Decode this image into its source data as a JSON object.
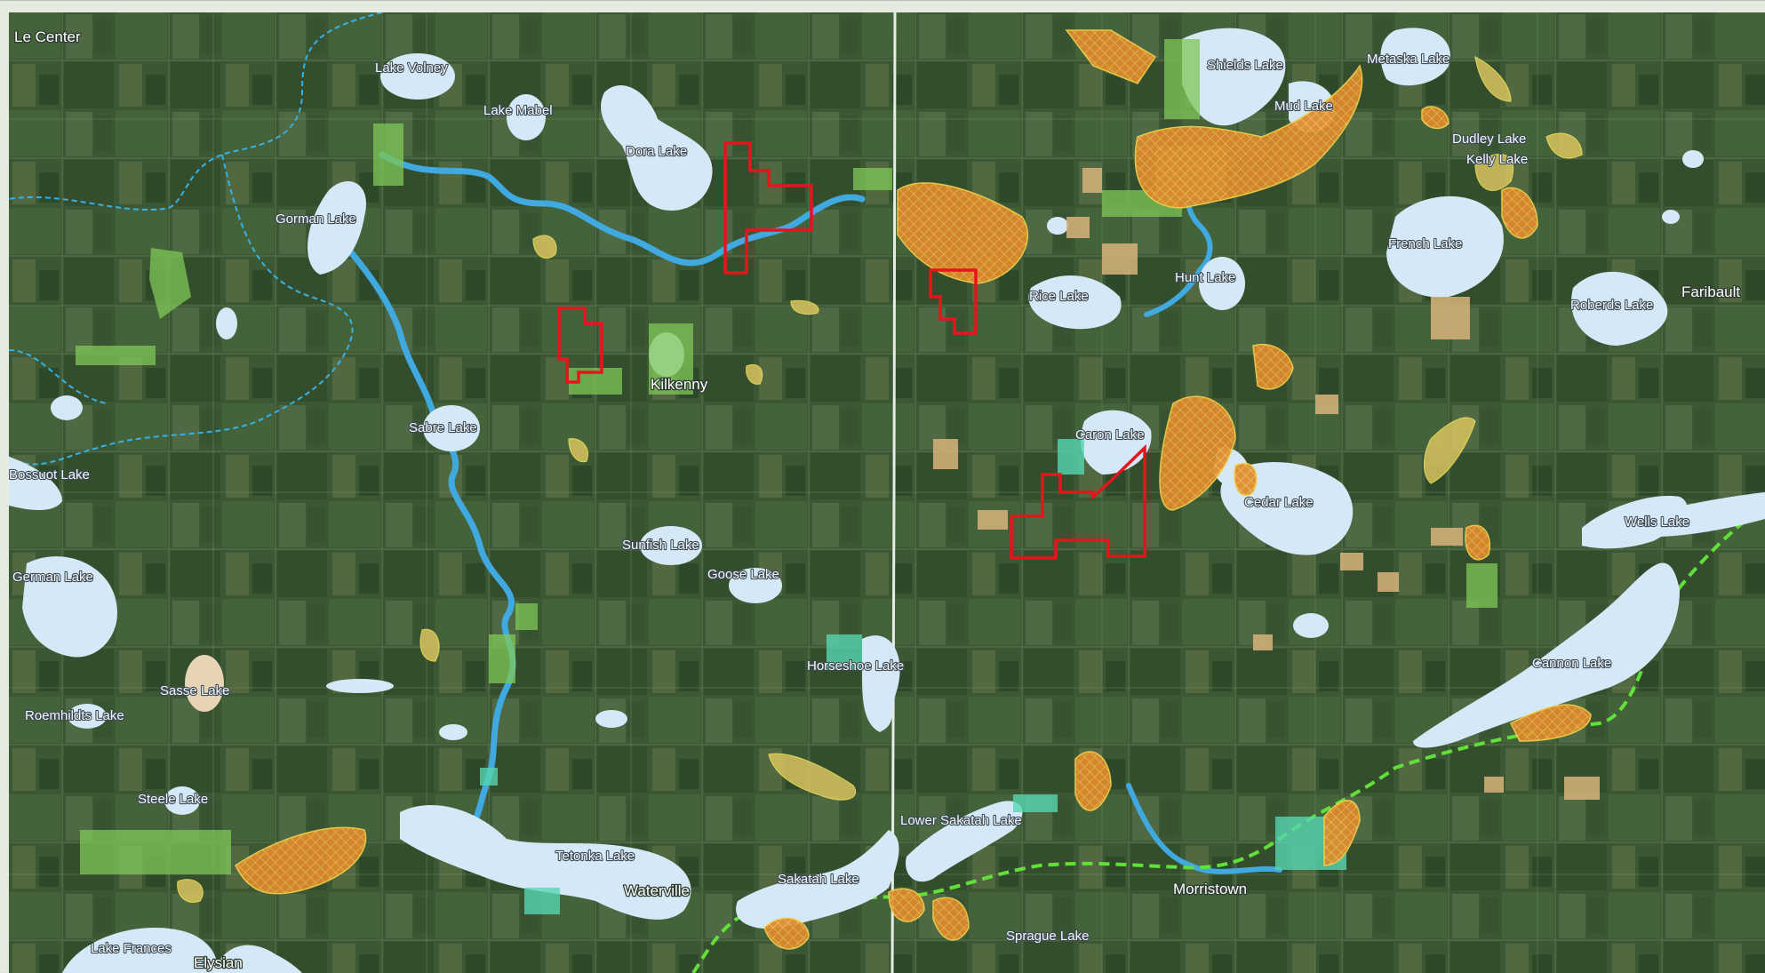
{
  "map": {
    "places": {
      "le_center": "Le Center",
      "kilkenny": "Kilkenny",
      "waterville": "Waterville",
      "elysian": "Elysian",
      "morristown": "Morristown",
      "faribault": "Faribault"
    },
    "lakes": {
      "volney": "Lake Volney",
      "mabel": "Lake Mabel",
      "dora": "Dora Lake",
      "gorman": "Gorman Lake",
      "sabre": "Sabre Lake",
      "bossuot": "Bossuot Lake",
      "german": "German Lake",
      "sasse": "Sasse Lake",
      "roemhildts": "Roemhildts Lake",
      "steele": "Steele Lake",
      "frances": "Lake Frances",
      "tetonka": "Tetonka Lake",
      "sakatah": "Sakatah Lake",
      "lower_sakatah": "Lower Sakatah Lake",
      "sprague": "Sprague Lake",
      "sunfish": "Sunfish Lake",
      "goose": "Goose Lake",
      "horseshoe": "Horseshoe Lake",
      "rice": "Rice Lake",
      "hunt": "Hunt Lake",
      "shields": "Shields Lake",
      "mud": "Mud Lake",
      "metaska": "Metaska Lake",
      "dudley": "Dudley Lake",
      "kelly": "Kelly Lake",
      "french": "French Lake",
      "roberds": "Roberds Lake",
      "caron": "Caron Lake",
      "cedar": "Cedar Lake",
      "wells": "Wells Lake",
      "cannon": "Cannon Lake"
    },
    "colors": {
      "imagery_base": "#3e5a34",
      "water": "#d4e8f7",
      "river": "#3fa9e0",
      "watershed_boundary": "#35b2e6",
      "trail": "#62e03a",
      "selection_outline": "#e8141c",
      "wetland_orange": "#e08a2a",
      "managed_green": "#7fc857",
      "teal_parcels": "#57d6b0",
      "tan_parcels": "#d8b47c"
    }
  }
}
